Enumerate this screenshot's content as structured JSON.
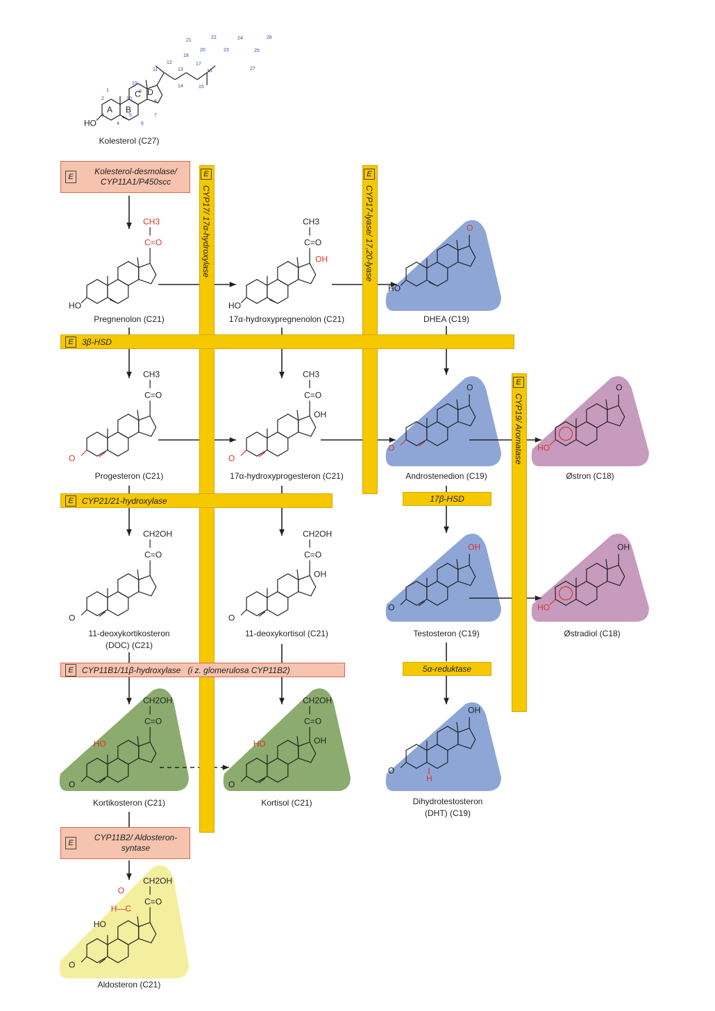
{
  "colors": {
    "enzyme_box_fill": "#f6c3ae",
    "enzyme_box_border": "#d9654c",
    "bar_yellow": "#f6c800",
    "androgen_blue": "#8ea6d6",
    "estrogen_pink": "#c79bbd",
    "corticoid_green": "#8cab6e",
    "aldosterone_yellow": "#f3ef9e",
    "highlight_red": "#d8352a"
  },
  "enzyme_marker": "E",
  "structures": {
    "kolesterol": "Kolesterol (C27)",
    "pregnenolon": "Pregnenolon (C21)",
    "hydroxypregnenolon": "17α-hydroxypregnenolon (C21)",
    "dhea": "DHEA (C19)",
    "progesteron": "Progesteron (C21)",
    "hydroxyprogesteron": "17α-hydroxyprogesteron (C21)",
    "androstenedion": "Androstenedion (C19)",
    "ostron": "Østron (C18)",
    "deoxykortikosteron_1": "11-deoxykortikosteron",
    "deoxykortikosteron_2": "(DOC) (C21)",
    "deoxykortisol": "11-deoxykortisol (C21)",
    "testosteron": "Testosteron (C19)",
    "ostradiol": "Østradiol (C18)",
    "kortikosteron": "Kortikosteron (C21)",
    "kortisol": "Kortisol (C21)",
    "dht_1": "Dihydrotestosteron",
    "dht_2": "(DHT) (C19)",
    "aldosteron": "Aldosteron (C21)"
  },
  "enzymes": {
    "desmolase": "Kolesterol-desmolase/ CYP11A1/P450scc",
    "cyp17_hydroxylase": "CYP17/ 17α-hydroxylase",
    "cyp17_lyase": "CYP17-lyase/ 17,20-lyase",
    "hsd3b": "3β-HSD",
    "cyp19": "CYP19/ Aromatase",
    "cyp21": "CYP21/21-hydroxylase",
    "hsd17b": "17β-HSD",
    "cyp11b1": "CYP11B1/11β-hydroxylase   (i z. glomerulosa CYP11B2)",
    "reductase": "5α-reduktase",
    "aldosteron_synthase": "CYP11B2/ Aldosteron-syntase"
  },
  "ring_letters": [
    "A",
    "B",
    "C",
    "D"
  ],
  "carbon_numbers": [
    "1",
    "2",
    "3",
    "4",
    "5",
    "6",
    "7",
    "8",
    "9",
    "10",
    "11",
    "12",
    "13",
    "14",
    "15",
    "16",
    "17",
    "18",
    "19",
    "20",
    "21",
    "22",
    "23",
    "24",
    "25",
    "26",
    "27"
  ],
  "groups": {
    "ho": "HO",
    "oh": "OH",
    "o": "O",
    "h": "H",
    "ch3": "CH3",
    "ch2oh": "CH2OH",
    "co": "C=O",
    "hc": "H—C"
  }
}
